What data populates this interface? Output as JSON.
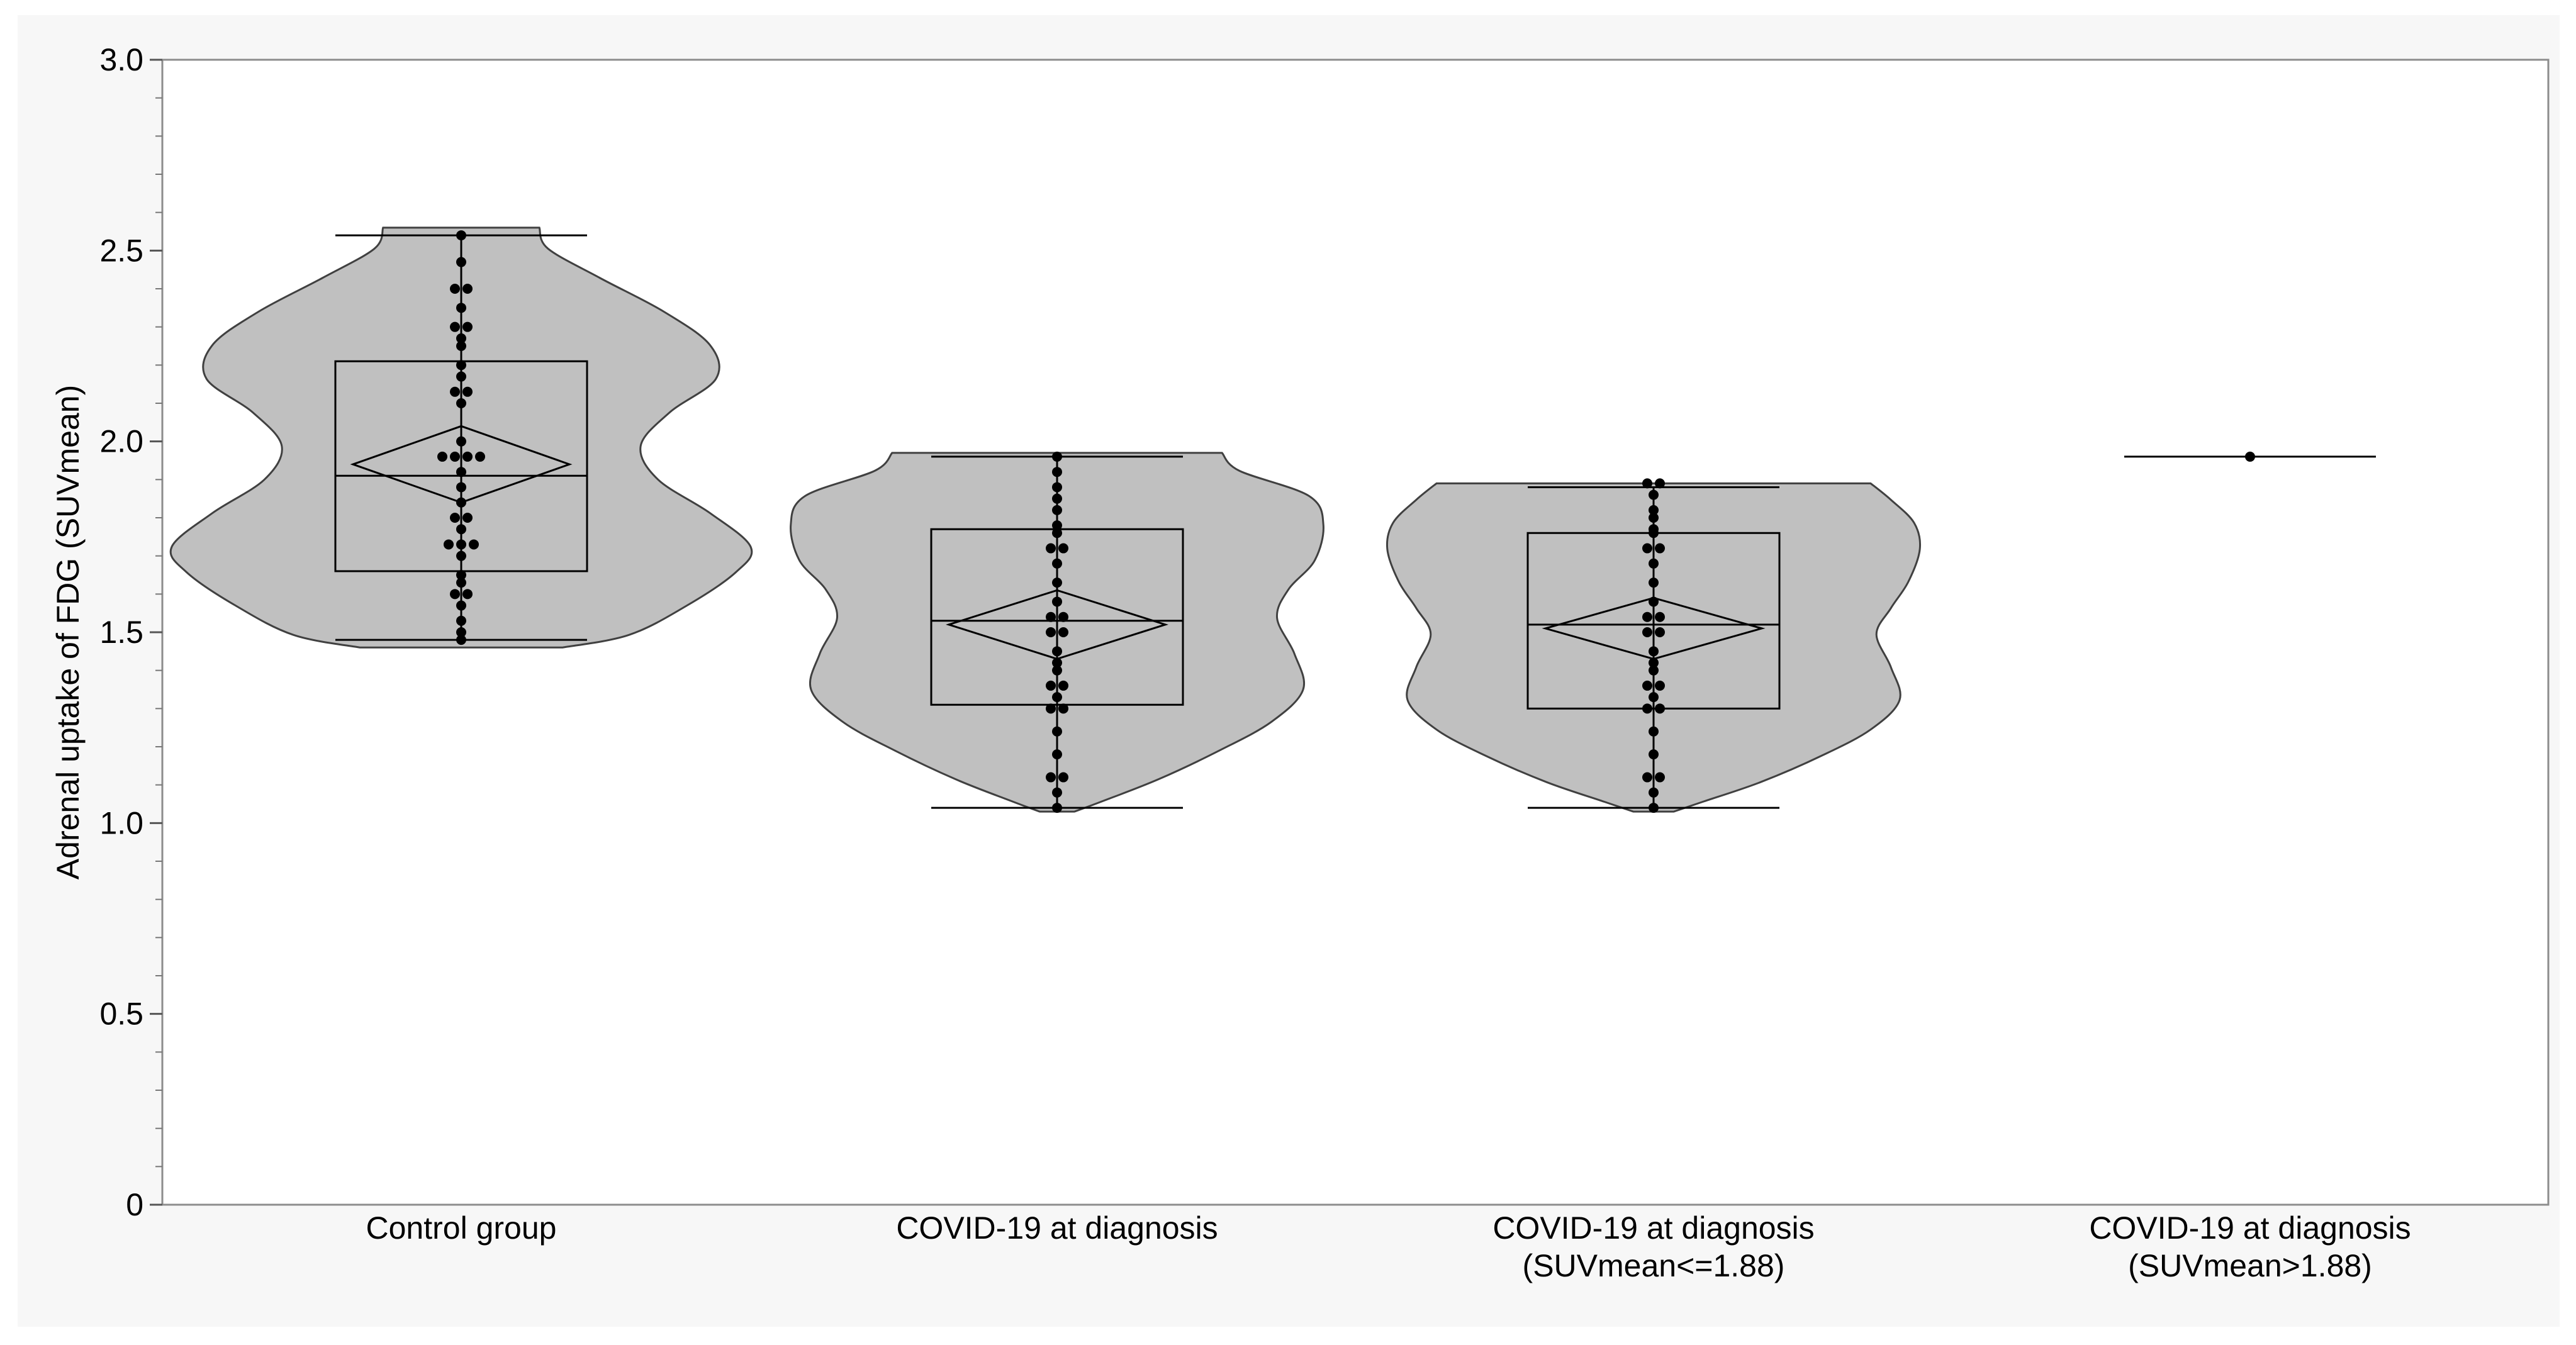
{
  "chart_data": {
    "type": "violin",
    "title": "",
    "xlabel": "",
    "ylabel": "Adrenal uptake of FDG (SUVmean)",
    "ylim": [
      0,
      3.0
    ],
    "yticks": [
      0,
      0.5,
      1.0,
      1.5,
      2.0,
      2.5,
      3.0
    ],
    "ytick_labels": [
      "0",
      "0.5",
      "1.0",
      "1.5",
      "2.0",
      "2.5",
      "3.0"
    ],
    "grid": false,
    "legend": "none",
    "colors": {
      "violin_fill": "#c0c0c0",
      "outline": "#404040",
      "points": "#000000",
      "frame_bg": "#f7f7f7"
    },
    "categories": [
      "Control group",
      "COVID-19 at diagnosis",
      "COVID-19 at diagnosis\n(SUVmean<=1.88)",
      "COVID-19 at diagnosis\n(SUVmean>1.88)"
    ],
    "groups": [
      {
        "label_lines": [
          "Control group"
        ],
        "min": 1.48,
        "q1": 1.66,
        "median": 1.91,
        "q3": 2.21,
        "max": 2.54,
        "mean": 1.94,
        "mean_ci": [
          1.84,
          2.04
        ],
        "violin_extent": [
          1.46,
          2.56
        ],
        "points": [
          2.54,
          2.47,
          2.4,
          2.4,
          2.35,
          2.3,
          2.3,
          2.27,
          2.25,
          2.2,
          2.17,
          2.13,
          2.13,
          2.1,
          2.0,
          1.96,
          1.96,
          1.96,
          1.96,
          1.92,
          1.88,
          1.84,
          1.8,
          1.8,
          1.77,
          1.73,
          1.73,
          1.73,
          1.7,
          1.65,
          1.63,
          1.6,
          1.6,
          1.57,
          1.53,
          1.5,
          1.48
        ]
      },
      {
        "label_lines": [
          "COVID-19 at diagnosis"
        ],
        "min": 1.04,
        "q1": 1.31,
        "median": 1.53,
        "q3": 1.77,
        "max": 1.96,
        "mean": 1.52,
        "mean_ci": [
          1.43,
          1.61
        ],
        "violin_extent": [
          1.03,
          1.97
        ],
        "points": [
          1.96,
          1.92,
          1.88,
          1.85,
          1.82,
          1.78,
          1.76,
          1.72,
          1.72,
          1.68,
          1.63,
          1.58,
          1.54,
          1.54,
          1.5,
          1.5,
          1.45,
          1.42,
          1.4,
          1.36,
          1.36,
          1.33,
          1.3,
          1.3,
          1.24,
          1.18,
          1.12,
          1.12,
          1.08,
          1.04
        ]
      },
      {
        "label_lines": [
          "COVID-19 at diagnosis",
          "(SUVmean<=1.88)"
        ],
        "min": 1.04,
        "q1": 1.3,
        "median": 1.52,
        "q3": 1.76,
        "max": 1.88,
        "mean": 1.51,
        "mean_ci": [
          1.43,
          1.59
        ],
        "violin_extent": [
          1.03,
          1.89
        ],
        "points": [
          1.89,
          1.89,
          1.86,
          1.82,
          1.8,
          1.77,
          1.76,
          1.72,
          1.72,
          1.68,
          1.63,
          1.58,
          1.54,
          1.54,
          1.5,
          1.5,
          1.45,
          1.42,
          1.4,
          1.36,
          1.36,
          1.33,
          1.3,
          1.3,
          1.24,
          1.18,
          1.12,
          1.12,
          1.08,
          1.04
        ]
      },
      {
        "label_lines": [
          "COVID-19 at diagnosis",
          "(SUVmean>1.88)"
        ],
        "single_value_line": 1.96,
        "points": [
          1.96
        ]
      }
    ]
  }
}
